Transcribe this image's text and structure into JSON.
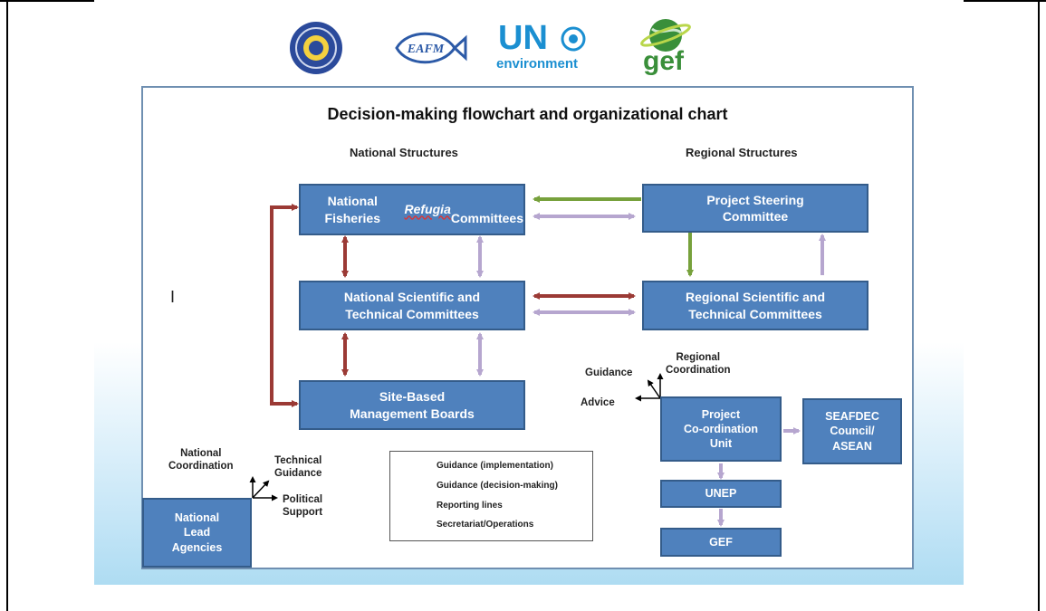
{
  "logos": {
    "un_line1": "UN",
    "un_line2": "environment",
    "gef": "gef",
    "eafm": "EAFM"
  },
  "title": "Decision-making flowchart and organizational chart",
  "columns": {
    "national": "National Structures",
    "regional": "Regional Structures"
  },
  "boxes": {
    "nfrc_pre": "National Fisheries ",
    "nfrc_italic": "Refugia",
    "nfrc_post": "\nCommittees",
    "psc": "Project Steering\nCommittee",
    "nstc": "National Scientific and\nTechnical Committees",
    "rstc": "Regional Scientific and\nTechnical Committees",
    "sbmb": "Site-Based\nManagement Boards",
    "pcu": "Project\nCo-ordination\nUnit",
    "seafdec": "SEAFDEC\nCouncil/\nASEAN",
    "unep": "UNEP",
    "gef": "GEF",
    "nla": "National\nLead\nAgencies"
  },
  "annotations": {
    "guidance": "Guidance",
    "regional_coordination": "Regional\nCoordination",
    "advice": "Advice",
    "national_coordination": "National\nCoordination",
    "technical_guidance": "Technical\nGuidance",
    "political_support": "Political\nSupport",
    "stray_mark": "I"
  },
  "legend": [
    {
      "label": "Guidance (implementation)",
      "color": "#9b3a35"
    },
    {
      "label": "Guidance (decision-making)",
      "color": "#77a13c"
    },
    {
      "label": "Reporting lines",
      "color": "#b6a6cf"
    },
    {
      "label": "Secretariat/Operations",
      "color": "#000000"
    }
  ],
  "colors": {
    "box_fill": "#4f81bd",
    "implementation": "#9b3a35",
    "decision": "#77a13c",
    "reporting": "#b6a6cf",
    "operations": "#000000"
  }
}
